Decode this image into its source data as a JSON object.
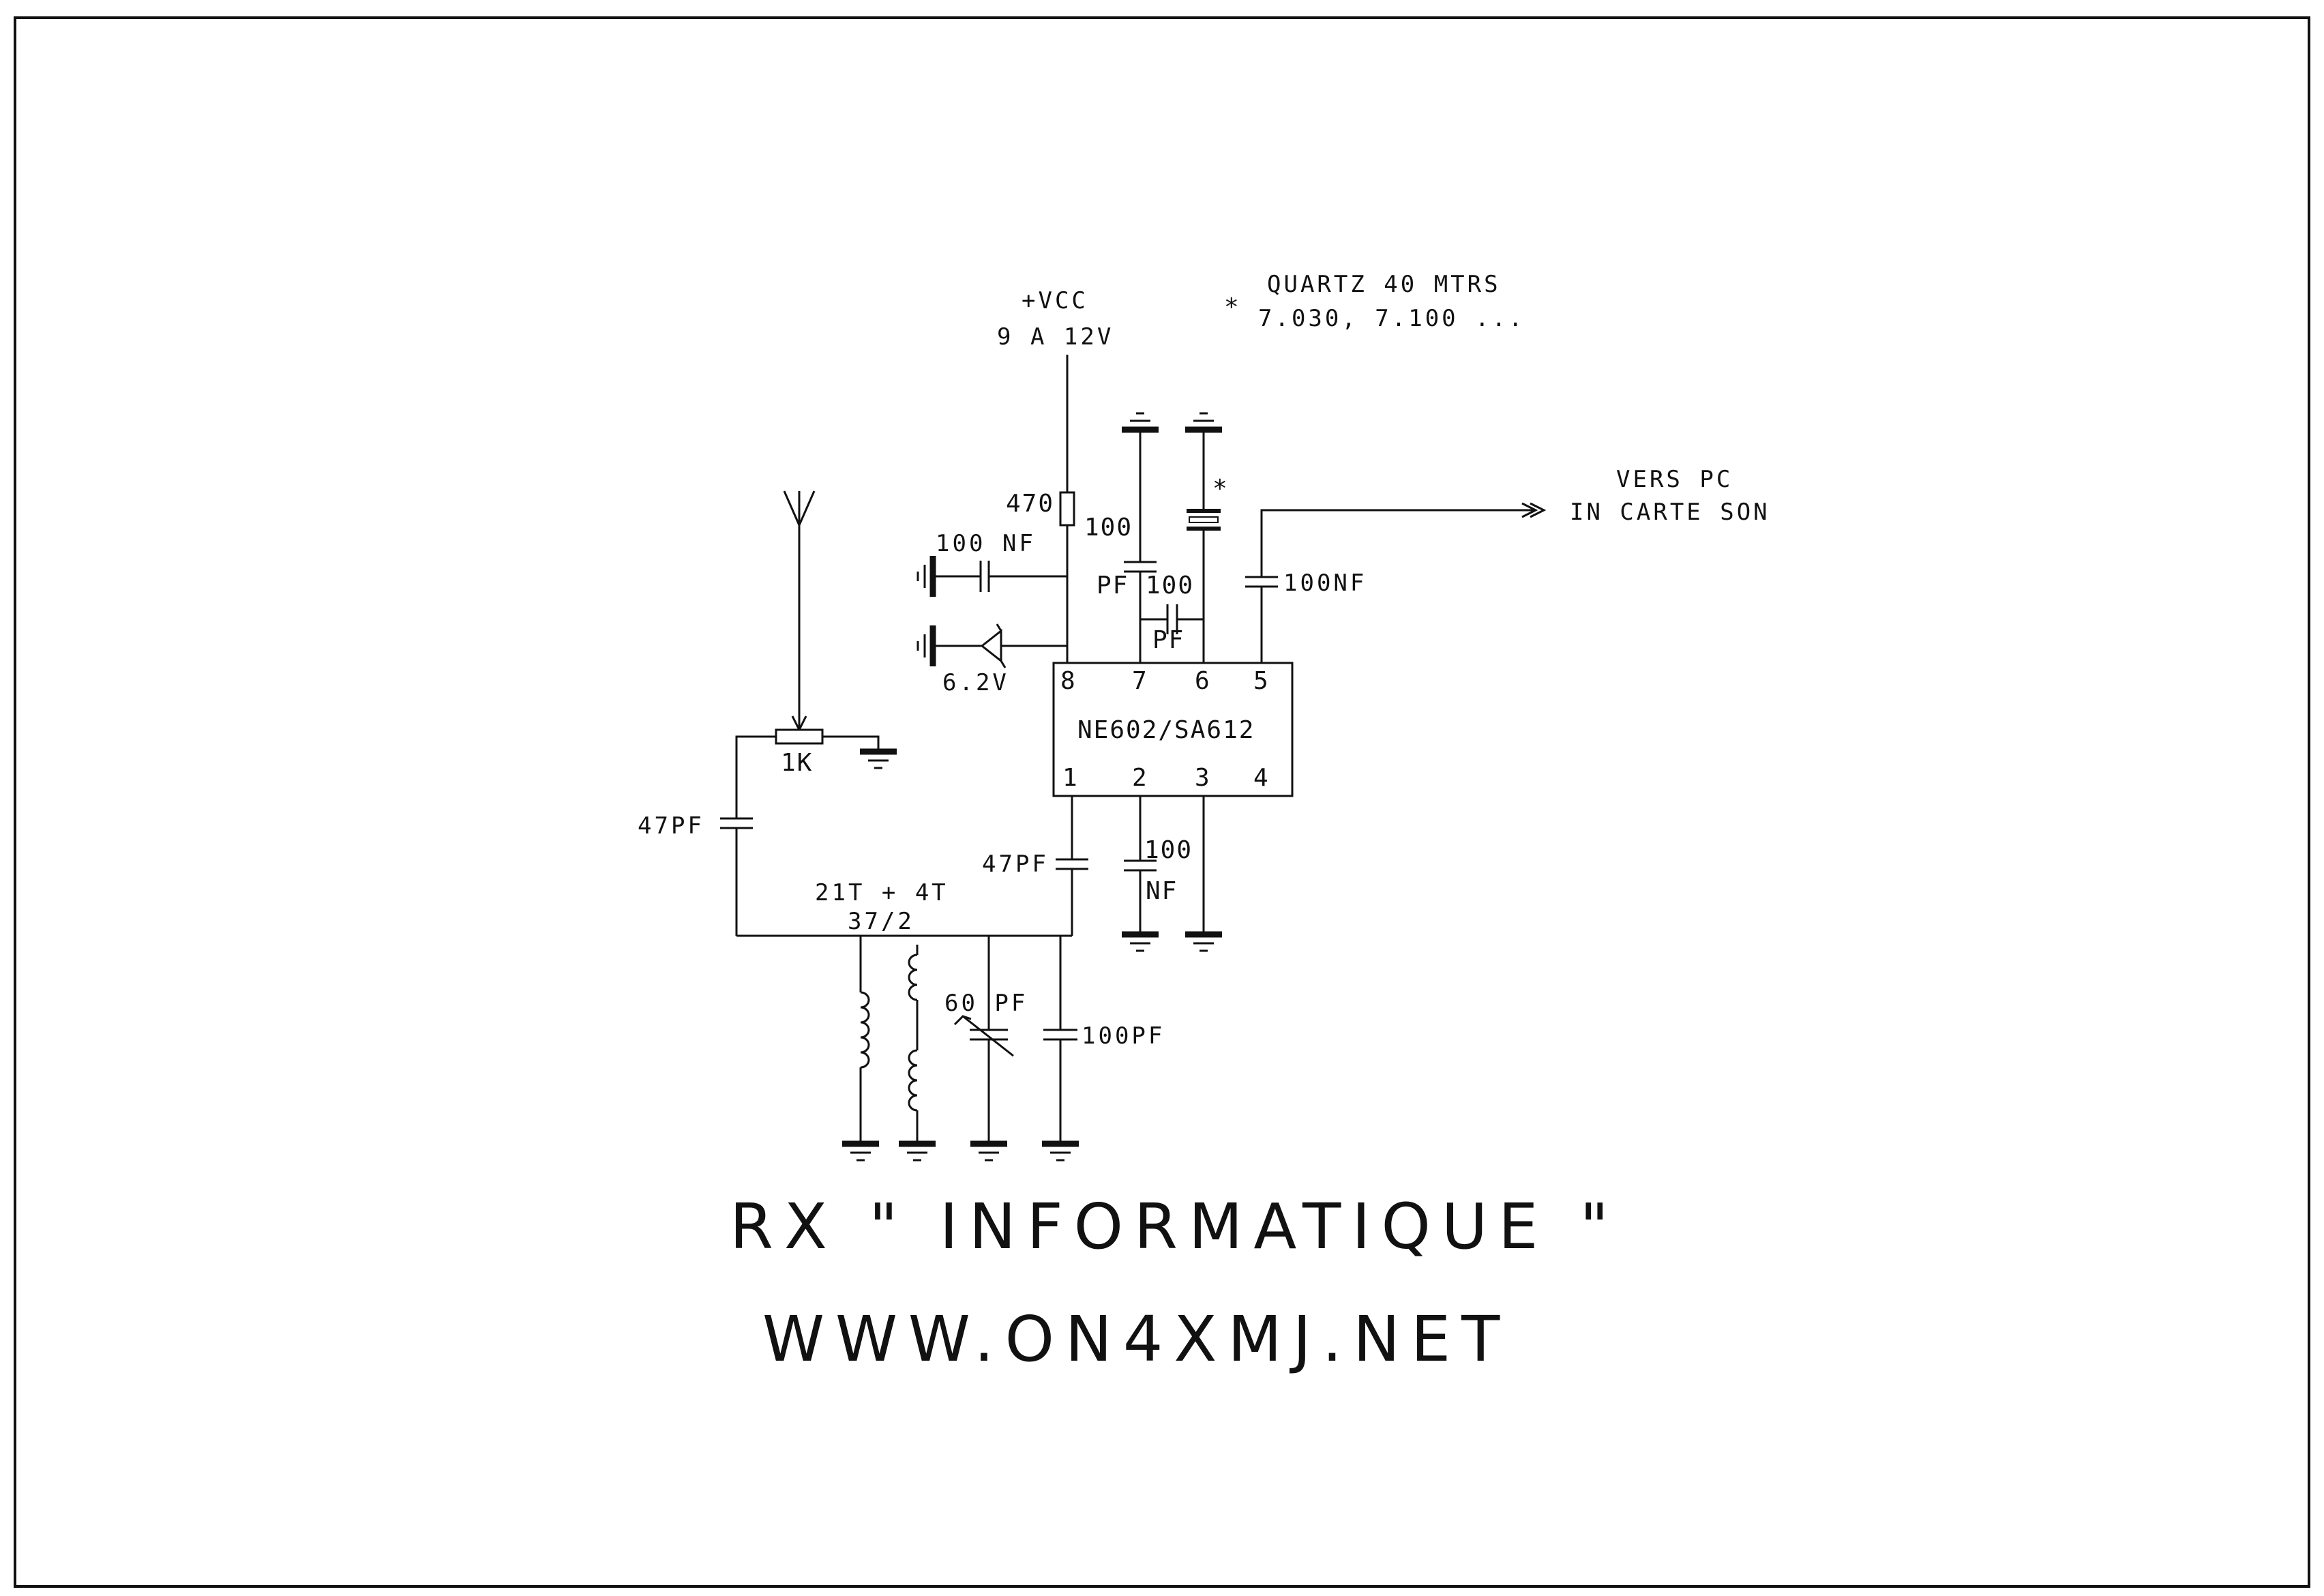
{
  "schematic": {
    "supply_label": "+VCC",
    "supply_voltage": "9 A 12V",
    "crystal_note_marker": "*",
    "crystal_note_line1": "QUARTZ 40 MTRS",
    "crystal_note_line2": "7.030, 7.100 ...",
    "output_label_line1": "VERS PC",
    "output_label_line2": "IN CARTE SON",
    "ic_name": "NE602/SA612",
    "ic_top_pins": [
      "8",
      "7",
      "6",
      "5"
    ],
    "ic_bottom_pins": [
      "1",
      "2",
      "3",
      "4"
    ],
    "resistor_470": "470",
    "cap_100nf_supply": "100 NF",
    "zener_label": "6.2V",
    "cap_pin7_value": "100",
    "cap_pin7_unit": "PF",
    "cap_bridge_value": "100",
    "cap_bridge_unit": "PF",
    "crystal_star": "*",
    "cap_output": "100NF",
    "pot_label": "1K",
    "cap_input_47pf": "47PF",
    "cap_pin1_47pf": "47PF",
    "cap_pin2_value": "100",
    "cap_pin2_unit": "NF",
    "coil_turns": "21T + 4T",
    "coil_core": "37/2",
    "trimmer_label": "60 PF",
    "cap_tank": "100PF"
  },
  "footer": {
    "title": "RX \" INFORMATIQUE \"",
    "website": "WWW.ON4XMJ.NET"
  }
}
